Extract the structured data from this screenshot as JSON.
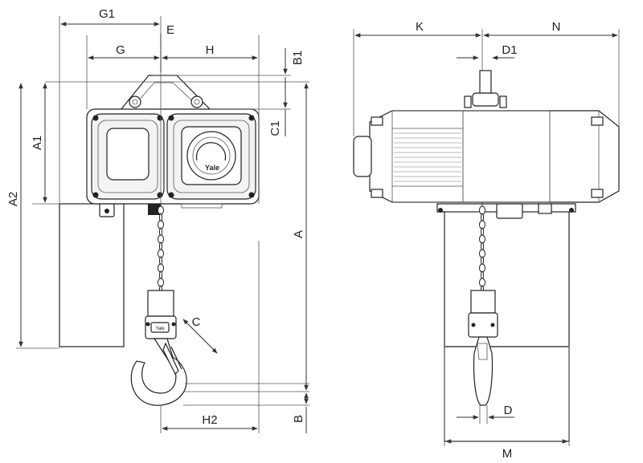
{
  "diagram": {
    "brand_label": "Yale",
    "hook_marking": "Yale",
    "dimensions": {
      "G1": "G1",
      "E": "E",
      "G": "G",
      "H": "H",
      "B1": "B1",
      "C1": "C1",
      "A1": "A1",
      "A2": "A2",
      "A": "A",
      "C": "C",
      "H2": "H2",
      "B": "B",
      "K": "K",
      "N": "N",
      "D1": "D1",
      "D": "D",
      "M": "M"
    },
    "colors": {
      "line": "#222222",
      "housing_fill": "#ffffff",
      "panel_fill": "#f3f3f3",
      "motor_fill": "#f6f6f6"
    }
  }
}
